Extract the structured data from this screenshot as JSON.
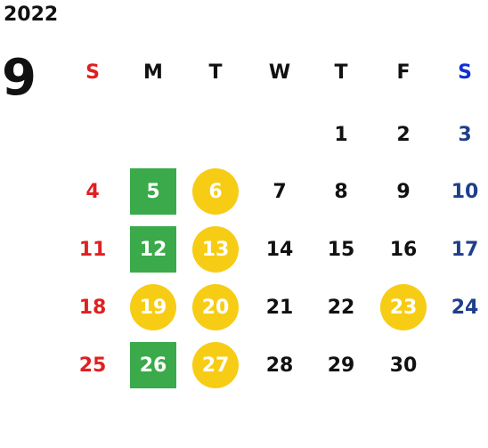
{
  "calendar": {
    "year": "2022",
    "month": "9",
    "weekdays": [
      "S",
      "M",
      "T",
      "W",
      "T",
      "F",
      "S"
    ],
    "days": [
      {
        "d": "1",
        "row": 0,
        "col": 4,
        "mark": ""
      },
      {
        "d": "2",
        "row": 0,
        "col": 5,
        "mark": ""
      },
      {
        "d": "3",
        "row": 0,
        "col": 6,
        "mark": ""
      },
      {
        "d": "4",
        "row": 1,
        "col": 0,
        "mark": ""
      },
      {
        "d": "5",
        "row": 1,
        "col": 1,
        "mark": "green"
      },
      {
        "d": "6",
        "row": 1,
        "col": 2,
        "mark": "yellow"
      },
      {
        "d": "7",
        "row": 1,
        "col": 3,
        "mark": ""
      },
      {
        "d": "8",
        "row": 1,
        "col": 4,
        "mark": ""
      },
      {
        "d": "9",
        "row": 1,
        "col": 5,
        "mark": ""
      },
      {
        "d": "10",
        "row": 1,
        "col": 6,
        "mark": ""
      },
      {
        "d": "11",
        "row": 2,
        "col": 0,
        "mark": ""
      },
      {
        "d": "12",
        "row": 2,
        "col": 1,
        "mark": "green"
      },
      {
        "d": "13",
        "row": 2,
        "col": 2,
        "mark": "yellow"
      },
      {
        "d": "14",
        "row": 2,
        "col": 3,
        "mark": ""
      },
      {
        "d": "15",
        "row": 2,
        "col": 4,
        "mark": ""
      },
      {
        "d": "16",
        "row": 2,
        "col": 5,
        "mark": ""
      },
      {
        "d": "17",
        "row": 2,
        "col": 6,
        "mark": ""
      },
      {
        "d": "18",
        "row": 3,
        "col": 0,
        "mark": ""
      },
      {
        "d": "19",
        "row": 3,
        "col": 1,
        "mark": "yellow"
      },
      {
        "d": "20",
        "row": 3,
        "col": 2,
        "mark": "yellow"
      },
      {
        "d": "21",
        "row": 3,
        "col": 3,
        "mark": ""
      },
      {
        "d": "22",
        "row": 3,
        "col": 4,
        "mark": ""
      },
      {
        "d": "23",
        "row": 3,
        "col": 5,
        "mark": "yellow"
      },
      {
        "d": "24",
        "row": 3,
        "col": 6,
        "mark": ""
      },
      {
        "d": "25",
        "row": 4,
        "col": 0,
        "mark": ""
      },
      {
        "d": "26",
        "row": 4,
        "col": 1,
        "mark": "green"
      },
      {
        "d": "27",
        "row": 4,
        "col": 2,
        "mark": "yellow"
      },
      {
        "d": "28",
        "row": 4,
        "col": 3,
        "mark": ""
      },
      {
        "d": "29",
        "row": 4,
        "col": 4,
        "mark": ""
      },
      {
        "d": "30",
        "row": 4,
        "col": 5,
        "mark": ""
      }
    ],
    "colors": {
      "sunday": "#e02020",
      "saturday": "#1e3f8a",
      "saturday_header": "#1030d0",
      "green_mark": "#3aaa4a",
      "yellow_mark": "#f7cc15"
    }
  }
}
